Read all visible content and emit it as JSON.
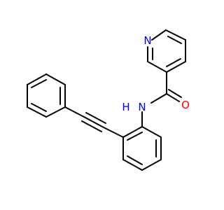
{
  "structure": {
    "atoms": [
      {
        "id": "n_pyridine",
        "label": "N",
        "color": "#0000ff"
      },
      {
        "id": "nh_amide",
        "label": "N",
        "color": "#0000ff"
      },
      {
        "id": "h_amide",
        "label": "H",
        "color": "#0000ff"
      },
      {
        "id": "o_carbonyl",
        "label": "O",
        "color": "#ff0000"
      }
    ],
    "bond_color": "#000000"
  }
}
